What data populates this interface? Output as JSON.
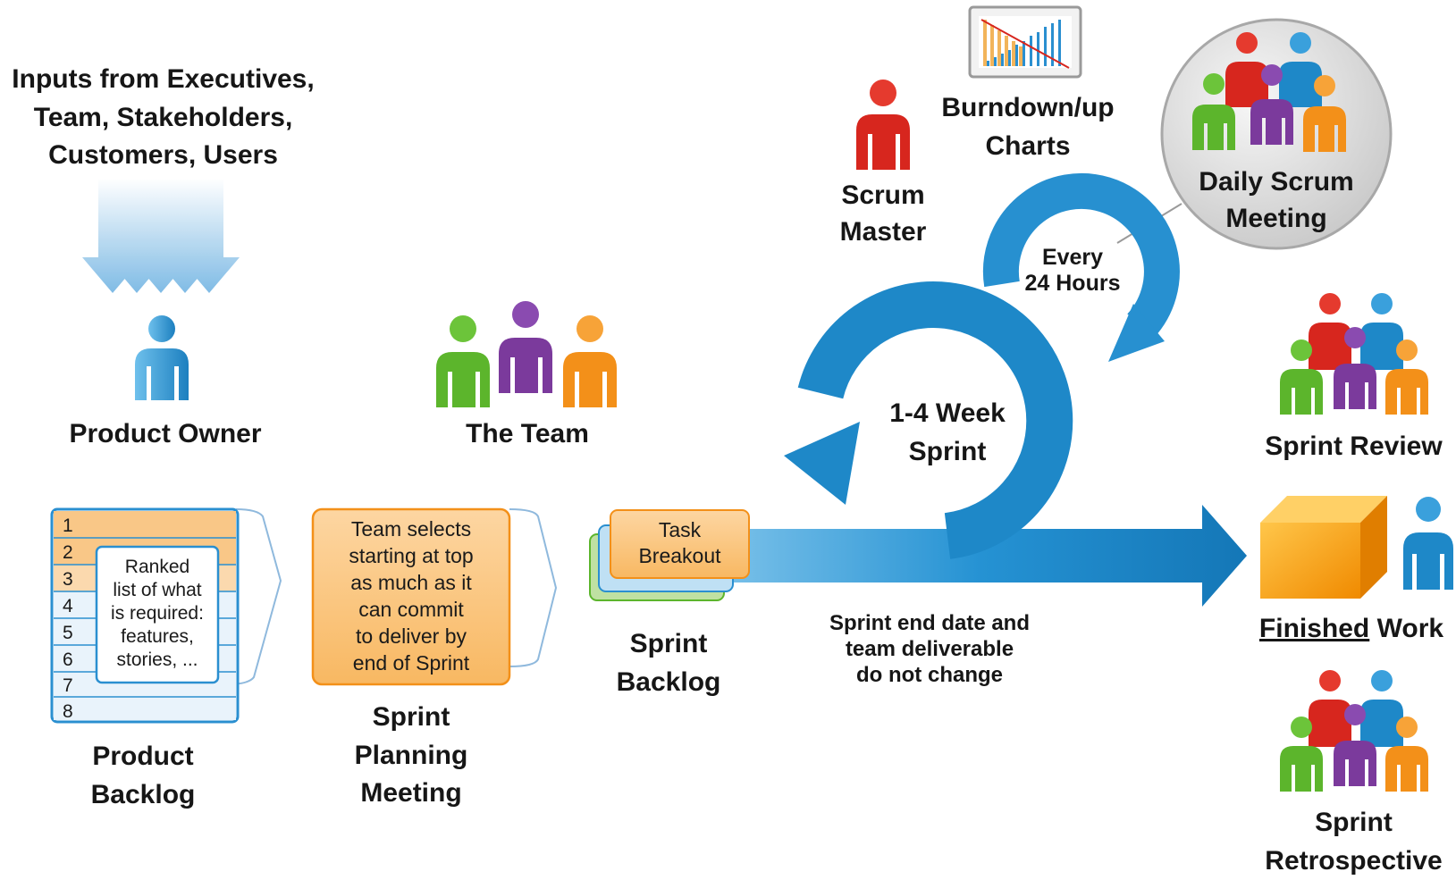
{
  "inputs": {
    "lines": [
      "Inputs from Executives,",
      "Team, Stakeholders,",
      "Customers, Users"
    ]
  },
  "product_owner": {
    "label": "Product Owner"
  },
  "the_team": {
    "label": "The Team"
  },
  "scrum_master": {
    "lines": [
      "Scrum",
      "Master"
    ]
  },
  "burndown": {
    "lines": [
      "Burndown/up",
      "Charts"
    ]
  },
  "daily_scrum": {
    "lines": [
      "Daily Scrum",
      "Meeting"
    ]
  },
  "every_24": {
    "lines": [
      "Every",
      "24 Hours"
    ]
  },
  "sprint_cycle": {
    "lines": [
      "1-4 Week",
      "Sprint"
    ]
  },
  "sprint_review": {
    "label": "Sprint Review"
  },
  "finished_work": {
    "underlined": "Finished",
    "rest": " Work"
  },
  "sprint_retro": {
    "lines": [
      "Sprint",
      "Retrospective"
    ]
  },
  "product_backlog": {
    "rows": [
      "1",
      "2",
      "3",
      "4",
      "5",
      "6",
      "7",
      "8"
    ],
    "note": [
      "Ranked",
      "list of what",
      "is required:",
      "features,",
      "stories, ..."
    ],
    "lines": [
      "Product",
      "Backlog"
    ]
  },
  "sprint_planning": {
    "note": [
      "Team selects",
      "starting at top",
      "as much as it",
      "can commit",
      "to deliver by",
      "end of Sprint"
    ],
    "lines": [
      "Sprint",
      "Planning",
      "Meeting"
    ]
  },
  "sprint_backlog": {
    "note": [
      "Task",
      "Breakout"
    ],
    "lines": [
      "Sprint",
      "Backlog"
    ]
  },
  "sprint_end": {
    "lines": [
      "Sprint end date and",
      "team deliverable",
      "do not change"
    ]
  },
  "colors": {
    "blue": "#1e88c8",
    "orange": "#f59a23",
    "red": "#d7261e",
    "green": "#5cb52c",
    "purple": "#7b3a9c"
  }
}
